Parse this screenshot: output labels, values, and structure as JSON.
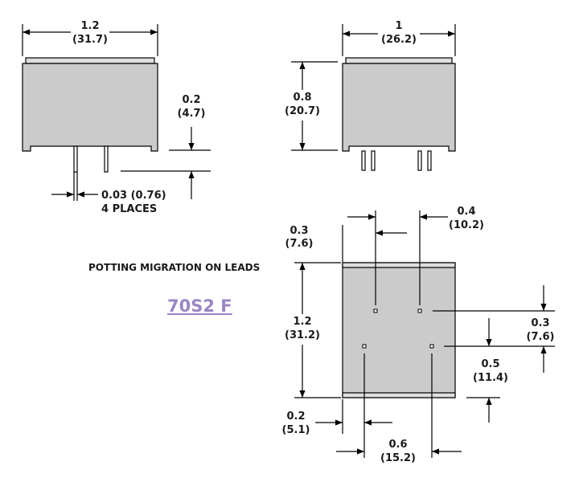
{
  "colors": {
    "body_fill": "#cbcbcb",
    "cap_fill": "#dedede",
    "model_color": "#9a86c4",
    "line_color": "#000000"
  },
  "front_view": {
    "width_in": "1.2",
    "width_mm": "(31.7)",
    "standoff_in": "0.2",
    "standoff_mm": "(4.7)",
    "pin_dia": "0.03 (0.76)",
    "pin_count": "4 PLACES"
  },
  "side_view": {
    "width_in": "1",
    "width_mm": "(26.2)",
    "height_in": "0.8",
    "height_mm": "(20.7)"
  },
  "bottom_view": {
    "pin_offset_left_in": "0.3",
    "pin_offset_left_mm": "(7.6)",
    "pin_offset_right_in": "0.4",
    "pin_offset_right_mm": "(10.2)",
    "length_in": "1.2",
    "length_mm": "(31.2)",
    "row_offset_in": "0.3",
    "row_offset_mm": "(7.6)",
    "row_pitch_in": "0.5",
    "row_pitch_mm": "(11.4)",
    "edge_offset_in": "0.2",
    "edge_offset_mm": "(5.1)",
    "col_pitch_in": "0.6",
    "col_pitch_mm": "(15.2)"
  },
  "note": "POTTING MIGRATION ON LEADS",
  "model": "70S2 F"
}
